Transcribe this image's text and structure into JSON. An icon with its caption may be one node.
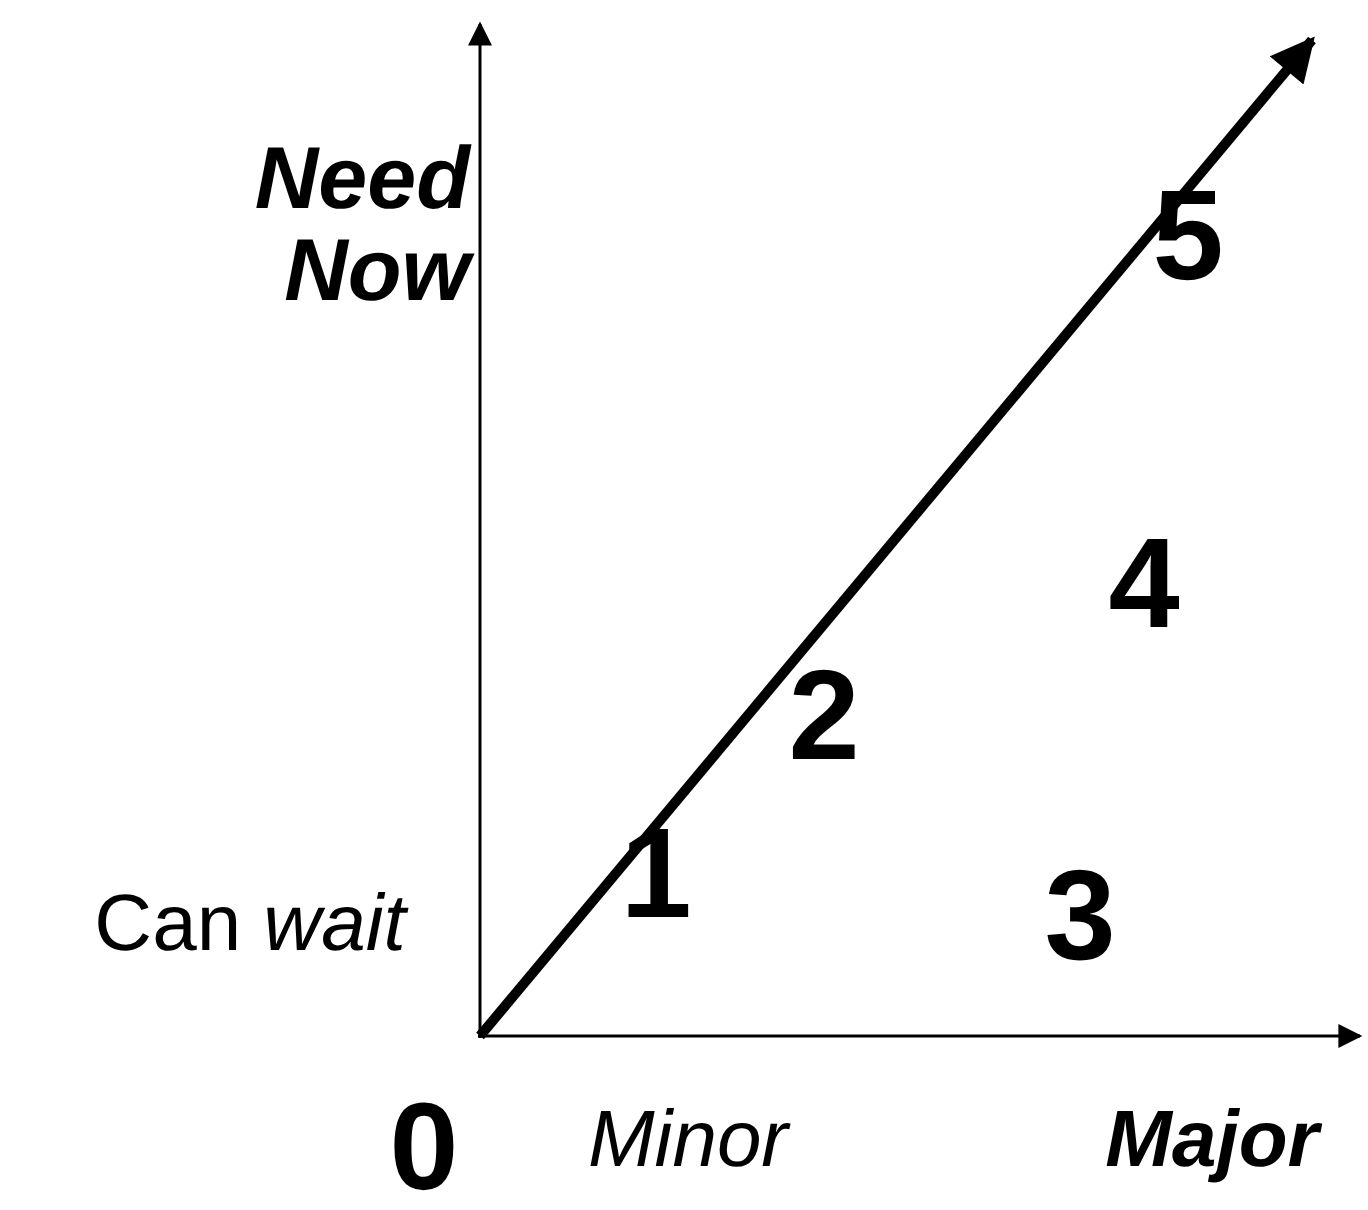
{
  "diagram": {
    "labels": [
      "Need Now",
      "5",
      "4",
      "2",
      "Can *wait*",
      "1",
      "3",
      "0",
      "Minor",
      "Major"
    ]
  }
}
